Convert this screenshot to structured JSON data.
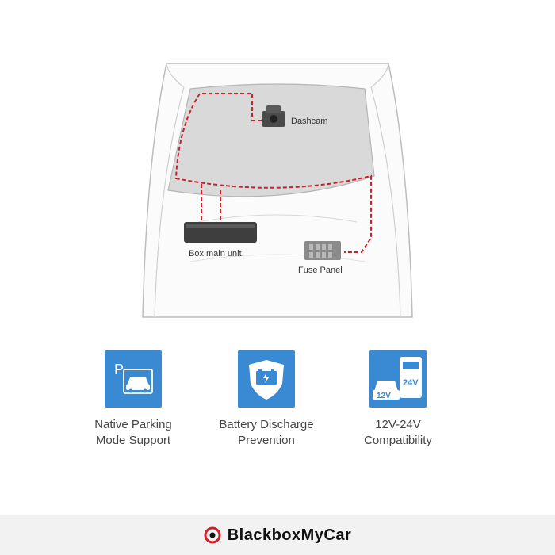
{
  "diagram": {
    "dashcam_label": "Dashcam",
    "box_label": "Box main unit",
    "fuse_label": "Fuse Panel"
  },
  "features": [
    {
      "icon": "parking-car-icon",
      "line1": "Native Parking",
      "line2": "Mode Support"
    },
    {
      "icon": "battery-shield-icon",
      "line1": "Battery Discharge",
      "line2": "Prevention"
    },
    {
      "icon": "vehicles-voltage-icon",
      "line1": "12V-24V",
      "line2": "Compatibility",
      "badge_12": "12V",
      "badge_24": "24V"
    }
  ],
  "footer": {
    "brand": "BlackboxMyCar"
  },
  "colors": {
    "accent": "#3a8ad3",
    "wire": "#d01f2a",
    "footer_bg": "#f2f2f2"
  }
}
